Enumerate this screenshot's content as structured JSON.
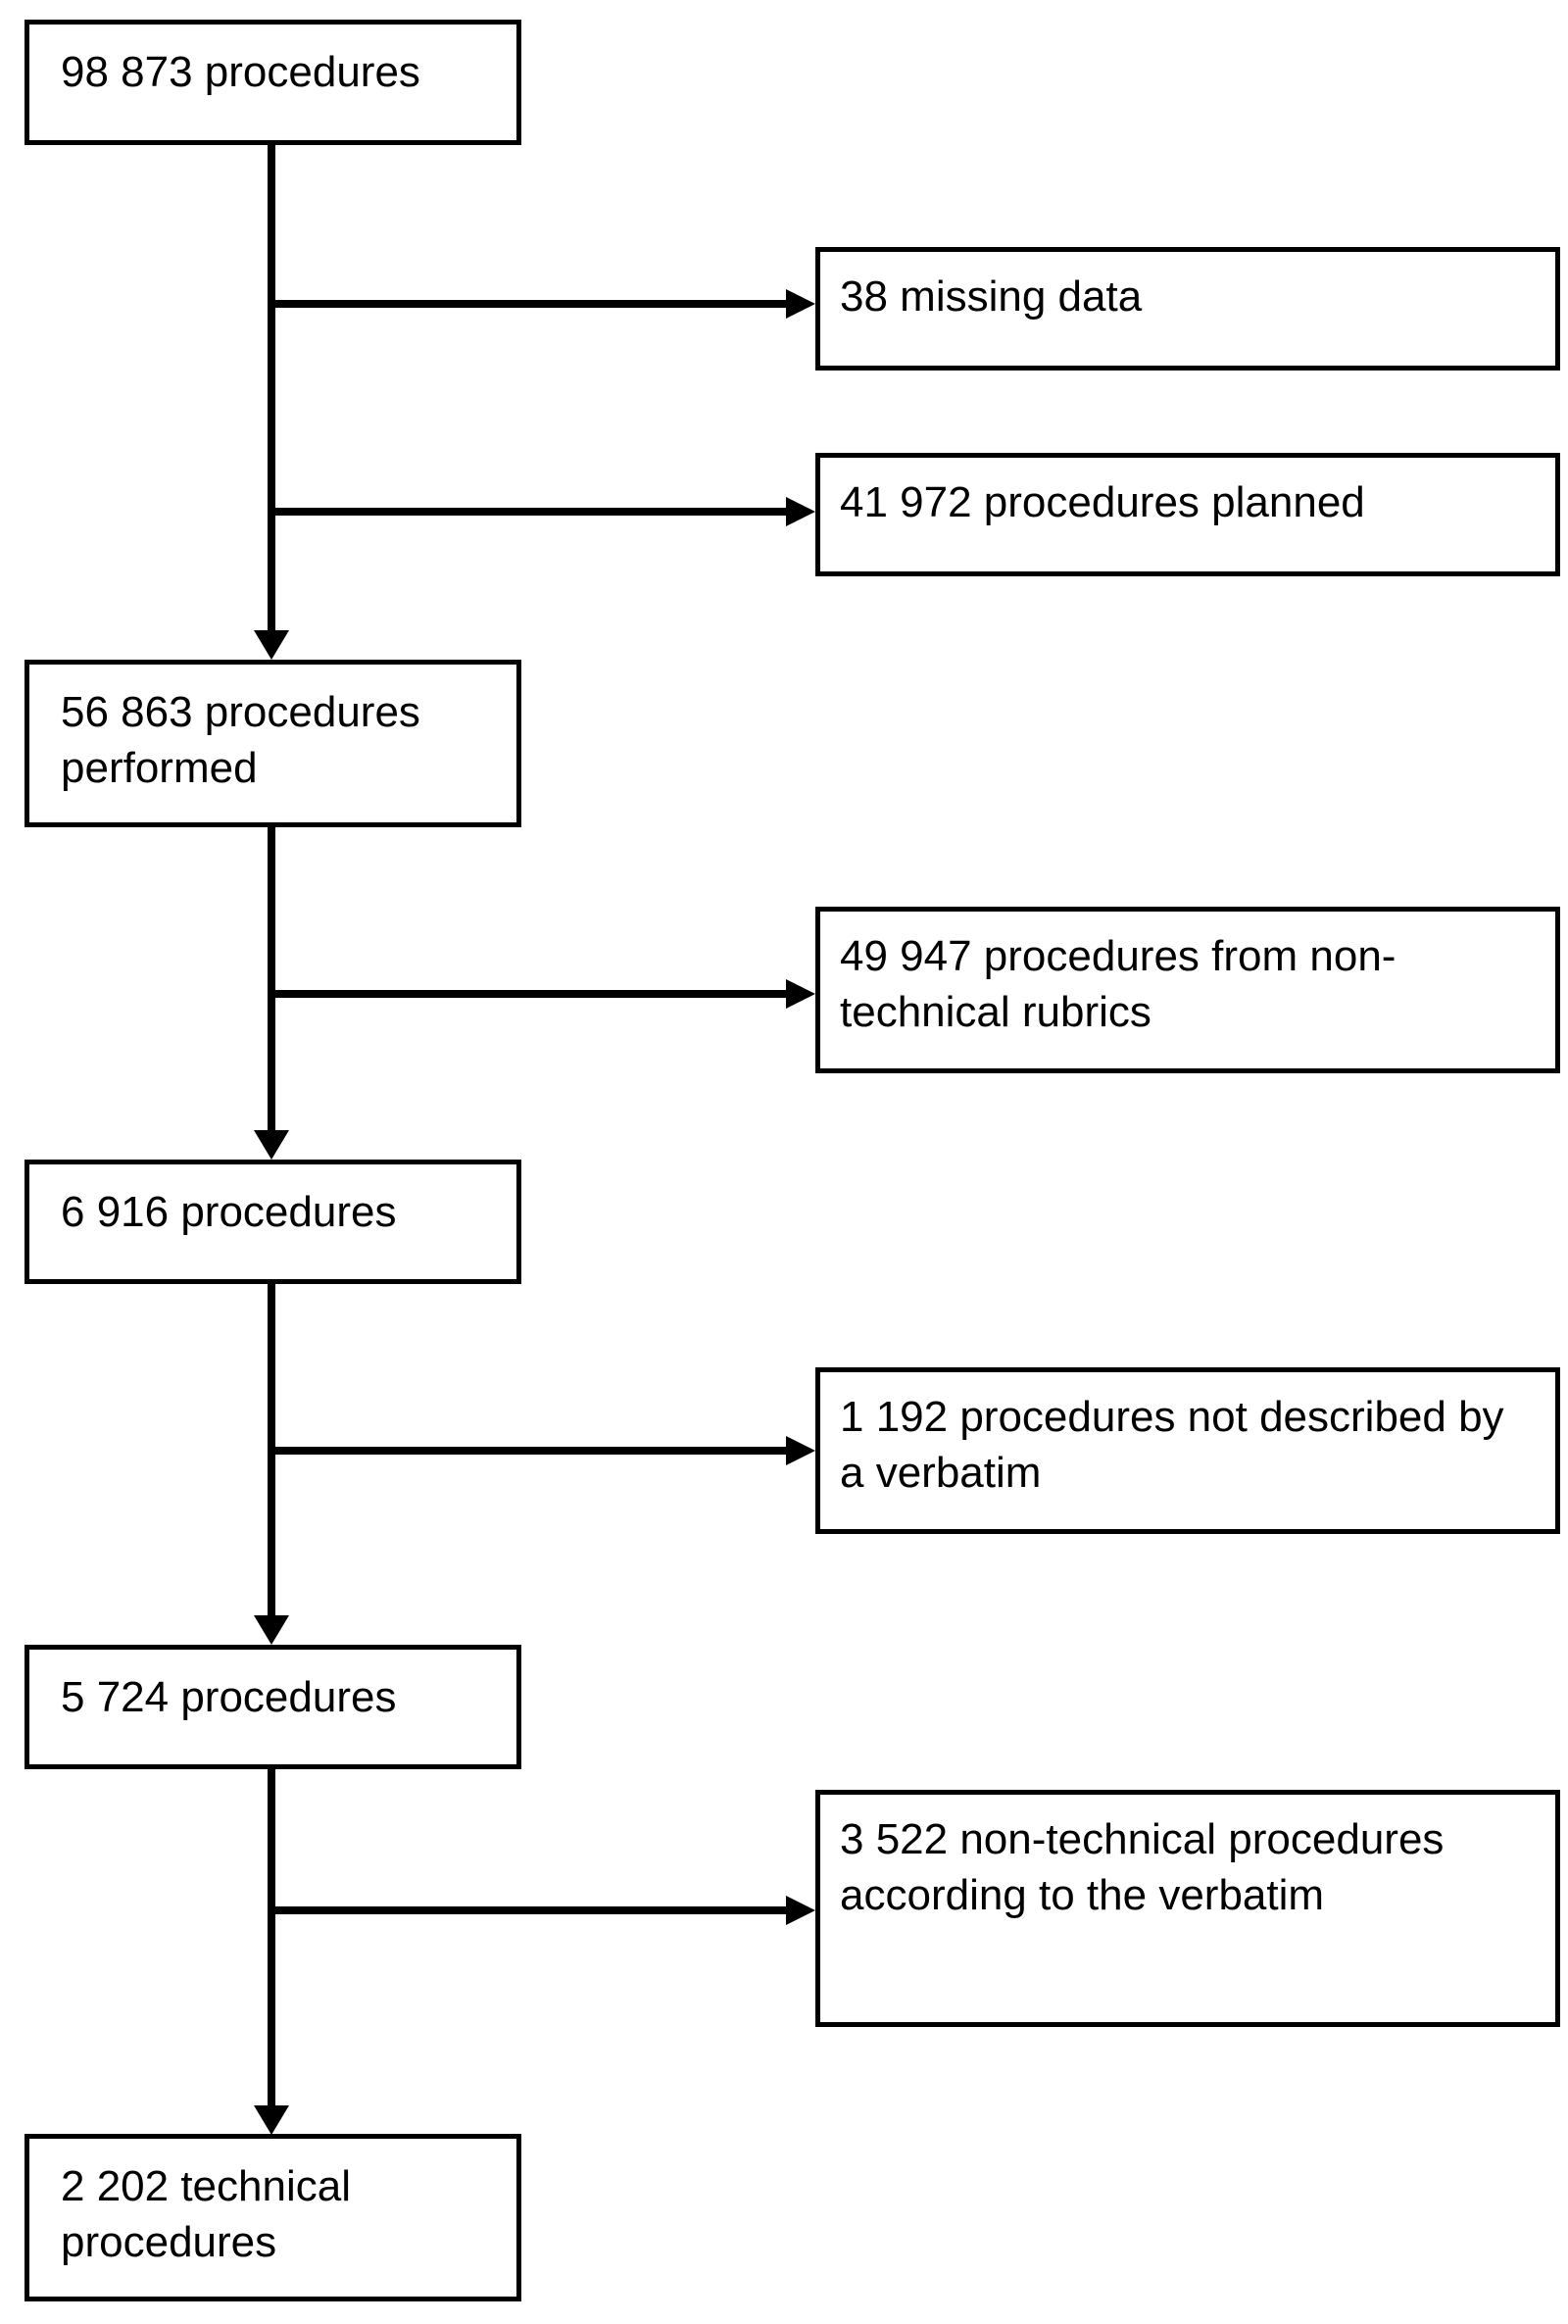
{
  "figure": {
    "type": "flow-diagram",
    "background_color": "#ffffff",
    "line_color": "#000000",
    "text_color": "#000000"
  },
  "main_boxes": [
    {
      "label": "98 873 procedures"
    },
    {
      "label": "56 863 procedures performed"
    },
    {
      "label": "6 916 procedures"
    },
    {
      "label": "5 724 procedures"
    },
    {
      "label": "2 202 technical procedures"
    }
  ],
  "exclusion_boxes": [
    {
      "label": "38 missing data"
    },
    {
      "label": "41 972 procedures planned"
    },
    {
      "label": "49 947 procedures from non-technical rubrics"
    },
    {
      "label": "1 192 procedures not described by a verbatim"
    },
    {
      "label": "3 522 non-technical procedures according to the verbatim"
    }
  ]
}
